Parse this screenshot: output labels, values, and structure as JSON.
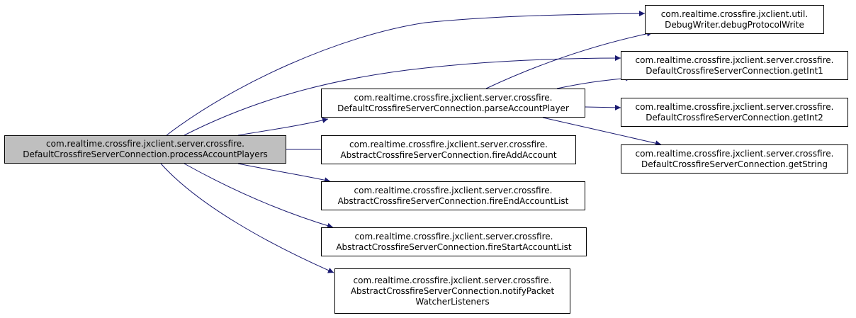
{
  "diagram": {
    "edge_color": "#191970",
    "root_fill": "#bfbfbf",
    "nodes": [
      {
        "id": "n0",
        "lines": [
          "com.realtime.crossfire.jxclient.server.crossfire.",
          "DefaultCrossfireServerConnection.processAccountPlayers"
        ],
        "root": true
      },
      {
        "id": "n1",
        "lines": [
          "com.realtime.crossfire.jxclient.server.crossfire.",
          "DefaultCrossfireServerConnection.parseAccountPlayer"
        ]
      },
      {
        "id": "n2",
        "lines": [
          "com.realtime.crossfire.jxclient.server.crossfire.",
          "AbstractCrossfireServerConnection.fireAddAccount"
        ]
      },
      {
        "id": "n3",
        "lines": [
          "com.realtime.crossfire.jxclient.server.crossfire.",
          "AbstractCrossfireServerConnection.fireEndAccountList"
        ]
      },
      {
        "id": "n4",
        "lines": [
          "com.realtime.crossfire.jxclient.server.crossfire.",
          "AbstractCrossfireServerConnection.fireStartAccountList"
        ]
      },
      {
        "id": "n5",
        "lines": [
          "com.realtime.crossfire.jxclient.server.crossfire.",
          "AbstractCrossfireServerConnection.notifyPacket",
          "WatcherListeners"
        ]
      },
      {
        "id": "n6",
        "lines": [
          "com.realtime.crossfire.jxclient.util.",
          "DebugWriter.debugProtocolWrite"
        ]
      },
      {
        "id": "n7",
        "lines": [
          "com.realtime.crossfire.jxclient.server.crossfire.",
          "DefaultCrossfireServerConnection.getInt1"
        ]
      },
      {
        "id": "n8",
        "lines": [
          "com.realtime.crossfire.jxclient.server.crossfire.",
          "DefaultCrossfireServerConnection.getInt2"
        ]
      },
      {
        "id": "n9",
        "lines": [
          "com.realtime.crossfire.jxclient.server.crossfire.",
          "DefaultCrossfireServerConnection.getString"
        ]
      }
    ],
    "edges": [
      {
        "from": "n0",
        "to": "n6"
      },
      {
        "from": "n0",
        "to": "n7"
      },
      {
        "from": "n0",
        "to": "n1"
      },
      {
        "from": "n0",
        "to": "n2"
      },
      {
        "from": "n0",
        "to": "n3"
      },
      {
        "from": "n0",
        "to": "n4"
      },
      {
        "from": "n0",
        "to": "n5"
      },
      {
        "from": "n1",
        "to": "n6"
      },
      {
        "from": "n1",
        "to": "n7"
      },
      {
        "from": "n1",
        "to": "n8"
      },
      {
        "from": "n1",
        "to": "n9"
      }
    ]
  }
}
